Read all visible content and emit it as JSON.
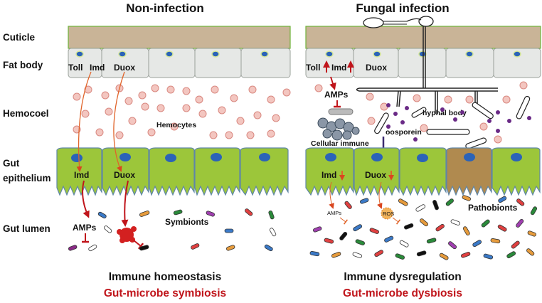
{
  "left_panel": {
    "title": "Non-infection",
    "labels": {
      "toll": "Toll",
      "imd_fat": "Imd",
      "duox_fat": "Duox",
      "hemocytes": "Hemocytes",
      "imd_gut": "Imd",
      "duox_gut": "Duox",
      "amps": "AMPs",
      "symbionts": "Symbionts"
    },
    "footer_line1": "Immune homeostasis",
    "footer_line2": "Gut-microbe symbiosis"
  },
  "right_panel": {
    "title": "Fungal infection",
    "labels": {
      "toll": "Toll",
      "imd_fat": "Imd",
      "duox_fat": "Duox",
      "amps_hemo": "AMPs",
      "cellular_immune": "Cellular immune",
      "hyphal_body": "hyphal body",
      "oosporein": "oosporein",
      "imd_gut": "Imd",
      "duox_gut": "Duox",
      "amps_gut": "AMPs",
      "ros": "ROS",
      "pathobionts": "Pathobionts"
    },
    "footer_line1": "Immune dysregulation",
    "footer_line2": "Gut-microbe dysbiosis"
  },
  "row_labels": {
    "cuticle": "Cuticle",
    "fat_body": "Fat body",
    "hemocoel": "Hemocoel",
    "gut_epithelium_1": "Gut",
    "gut_epithelium_2": "epithelium",
    "gut_lumen": "Gut lumen"
  },
  "colors": {
    "cuticle": "#c9b497",
    "fat_cell": "#e6e8e6",
    "nucleus": "#2b63b8",
    "epithelium": "#9cc63a",
    "damaged_cell": "#b08a4f",
    "arrow": "#e0642a",
    "inhibit": "#c0151b",
    "fungus": "#222222",
    "oosporein": "#6a2a86",
    "footer_red": "#c0151b"
  }
}
